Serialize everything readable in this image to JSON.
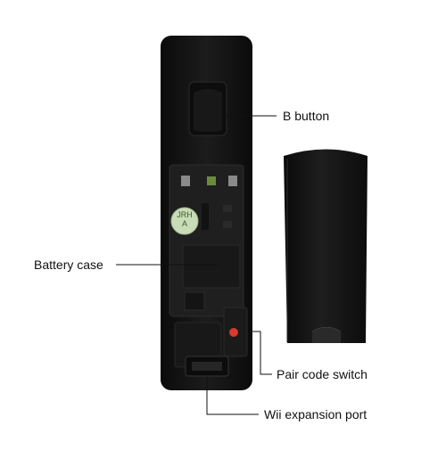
{
  "labels": {
    "b_button": "B button",
    "battery_case": "Battery case",
    "pair_code_switch": "Pair code switch",
    "wii_expansion_port": "Wii expansion port"
  },
  "sticker": {
    "line1": "JRH",
    "line2": "A"
  },
  "colors": {
    "background": "#ffffff",
    "remote_body": "#141414",
    "compartment": "#1d1d1d",
    "battery_cover": "#121212",
    "sticker": "#c9dcb8",
    "sync_button": "#d83a2e",
    "leader_line": "#111111"
  }
}
